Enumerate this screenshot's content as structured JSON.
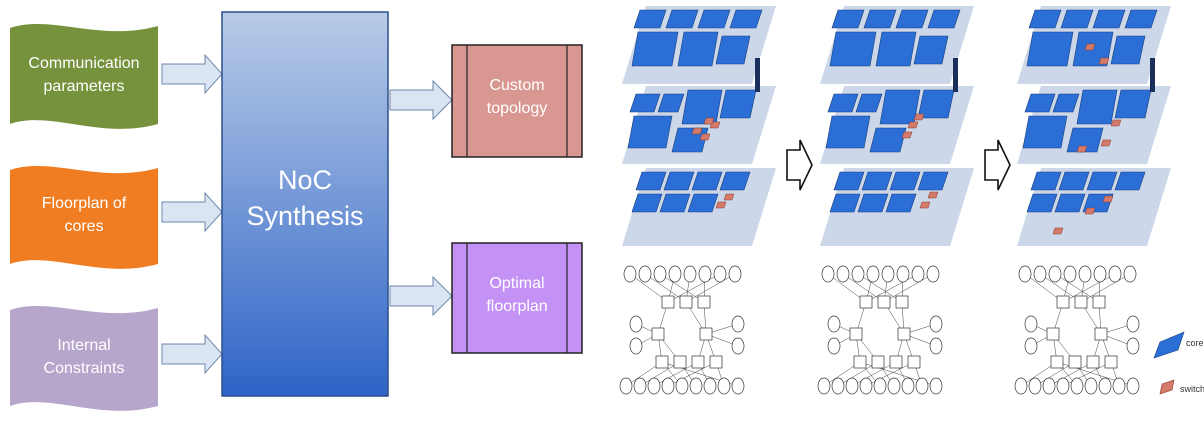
{
  "inputs": [
    {
      "label": "Communication\nparameters",
      "color": "#76923c"
    },
    {
      "label": "Floorplan of\ncores",
      "color": "#f07d22"
    },
    {
      "label": "Internal\nConstraints",
      "color": "#b6a6cc"
    }
  ],
  "synthesis": {
    "label": "NoC\nSynthesis",
    "gradient_top": "#b9cbe7",
    "gradient_bottom": "#2e64c7"
  },
  "outputs": [
    {
      "label": "Custom\ntopology",
      "color": "#d99791"
    },
    {
      "label": "Optimal\nfloorplan",
      "color": "#c491f4"
    }
  ],
  "legend": {
    "core": "core",
    "switch": "switch",
    "core_color": "#2b6fd6",
    "switch_color": "#d47a6b"
  }
}
